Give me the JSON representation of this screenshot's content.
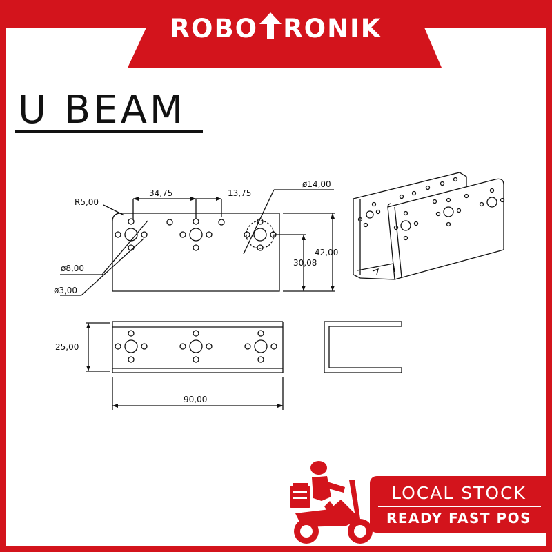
{
  "brand": {
    "name_left": "ROBO",
    "name_right": "RONIK",
    "logo_icon": "up-arrow-icon",
    "color": "#d3141c"
  },
  "title": "U BEAM",
  "drawing": {
    "dim_radius": "R5,00",
    "dim_hole_spacing": "34,75",
    "dim_hole_offset": "13,75",
    "dim_big_circle": "ø14,00",
    "dim_hole_large": "ø8,00",
    "dim_hole_small": "ø3,00",
    "dim_height_inner": "30,08",
    "dim_height_total": "42,00",
    "dim_width": "25,00",
    "dim_length": "90,00"
  },
  "badge": {
    "line1": "LOCAL STOCK",
    "line2": "READY FAST POS",
    "icon": "delivery-scooter-icon"
  }
}
